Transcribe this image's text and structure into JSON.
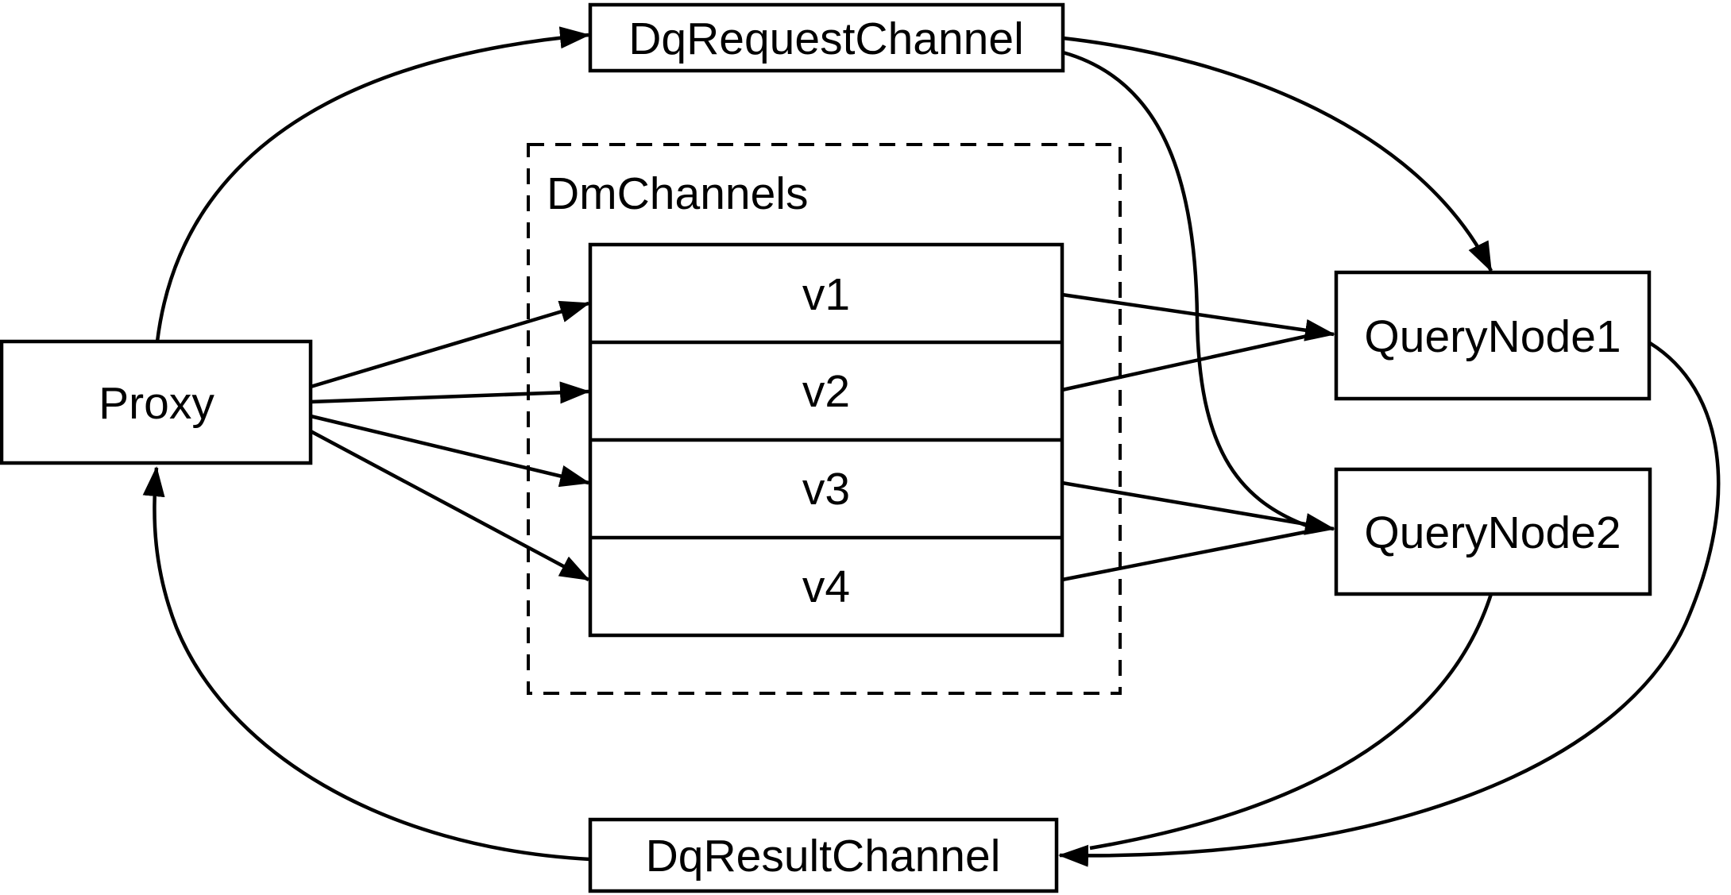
{
  "diagram": {
    "background_color": "#ffffff",
    "stroke_color": "#000000",
    "nodes": {
      "proxy": {
        "label": "Proxy"
      },
      "dq_request_channel": {
        "label": "DqRequestChannel"
      },
      "dm_channels": {
        "label": "DmChannels",
        "channels": [
          {
            "label": "v1"
          },
          {
            "label": "v2"
          },
          {
            "label": "v3"
          },
          {
            "label": "v4"
          }
        ]
      },
      "query_node_1": {
        "label": "QueryNode1"
      },
      "query_node_2": {
        "label": "QueryNode2"
      },
      "dq_result_channel": {
        "label": "DqResultChannel"
      }
    },
    "edges": [
      {
        "from": "Proxy",
        "to": "DqRequestChannel"
      },
      {
        "from": "DqRequestChannel",
        "to": "QueryNode1"
      },
      {
        "from": "DqRequestChannel",
        "to": "QueryNode2"
      },
      {
        "from": "Proxy",
        "to": "v1"
      },
      {
        "from": "Proxy",
        "to": "v2"
      },
      {
        "from": "Proxy",
        "to": "v3"
      },
      {
        "from": "Proxy",
        "to": "v4"
      },
      {
        "from": "v1",
        "to": "QueryNode1"
      },
      {
        "from": "v2",
        "to": "QueryNode1"
      },
      {
        "from": "v3",
        "to": "QueryNode2"
      },
      {
        "from": "v4",
        "to": "QueryNode2"
      },
      {
        "from": "QueryNode1",
        "to": "DqResultChannel"
      },
      {
        "from": "QueryNode2",
        "to": "DqResultChannel"
      },
      {
        "from": "DqResultChannel",
        "to": "Proxy"
      }
    ]
  }
}
